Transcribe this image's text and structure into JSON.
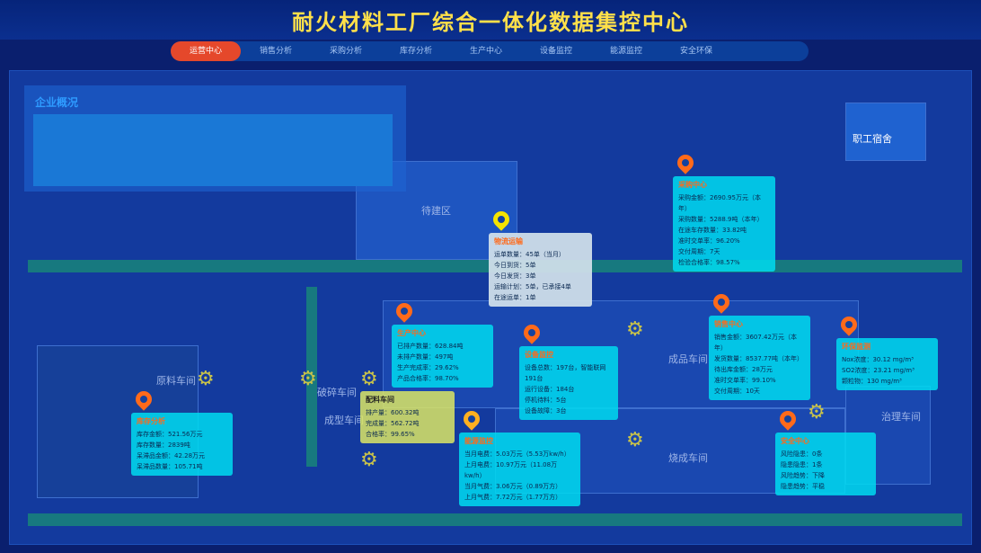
{
  "title": "耐火材料工厂综合一体化数据集控中心",
  "nav": [
    "运营中心",
    "销售分析",
    "采购分析",
    "库存分析",
    "生产中心",
    "设备监控",
    "能源监控",
    "安全环保"
  ],
  "overview": {
    "title": "企业概况"
  },
  "zones": [
    "待建区",
    "原料车间",
    "破碎车间",
    "成型车间",
    "成品车间",
    "烧成车间",
    "治理车间",
    "职工宿舍"
  ],
  "cards": {
    "logistics": {
      "title": "物流运输",
      "lines": [
        "运单数量：45单（当月）",
        "今日到货：5单",
        "今日发货：3单",
        "运输计划：5单，已承接4单",
        "在途运单：1单"
      ]
    },
    "purchase": {
      "title": "采购中心",
      "lines": [
        "采购金额：2690.95万元（本年）",
        "采购数量：5288.9吨（本年）",
        "在途车存数量：33.82吨",
        "准时交单率：96.20%",
        "交付周期：7天",
        "检验合格率：98.57%"
      ]
    },
    "production": {
      "title": "生产中心",
      "lines": [
        "已排产数量：628.84吨",
        "未排产数量：497吨",
        "生产完成率：29.62%",
        "产品合格率：98.70%"
      ]
    },
    "batching": {
      "title": "配料车间",
      "lines": [
        "排产量：600.32吨",
        "完成量：562.72吨",
        "合格率：99.65%"
      ]
    },
    "equipment": {
      "title": "设备监控",
      "lines": [
        "设备总数：197台，智能联网191台",
        "运行设备：184台",
        "停机待料：5台",
        "设备故障：3台"
      ]
    },
    "sales": {
      "title": "销售中心",
      "lines": [
        "销售金额：3607.42万元（本年）",
        "发货数量：8537.77吨（本年）",
        "待出库金额：28万元",
        "准时交单率：99.10%",
        "交付周期：10天"
      ]
    },
    "env": {
      "title": "环保监测",
      "lines": [
        "Nox浓度：30.12 mg/m³",
        "SO2浓度：23.21 mg/m³",
        "颗粒物：130 mg/m³"
      ]
    },
    "inventory": {
      "title": "库存分析",
      "lines": [
        "库存金额：521.56万元",
        "库存数量：2839吨",
        "呆滞品金额：42.28万元",
        "呆滞品数量：105.71吨"
      ]
    },
    "energy": {
      "title": "能源监控",
      "lines": [
        "当月电费：5.03万元（5.53万kw/h）",
        "上月电费：10.97万元（11.08万kw/h）",
        "当月气费：3.06万元（0.89万方）",
        "上月气费：7.72万元（1.77万方）"
      ]
    },
    "safety": {
      "title": "安全中心",
      "lines": [
        "风险隐患：0条",
        "隐患隐患：1条",
        "风险趋势：下降",
        "隐患趋势：平稳"
      ]
    }
  }
}
